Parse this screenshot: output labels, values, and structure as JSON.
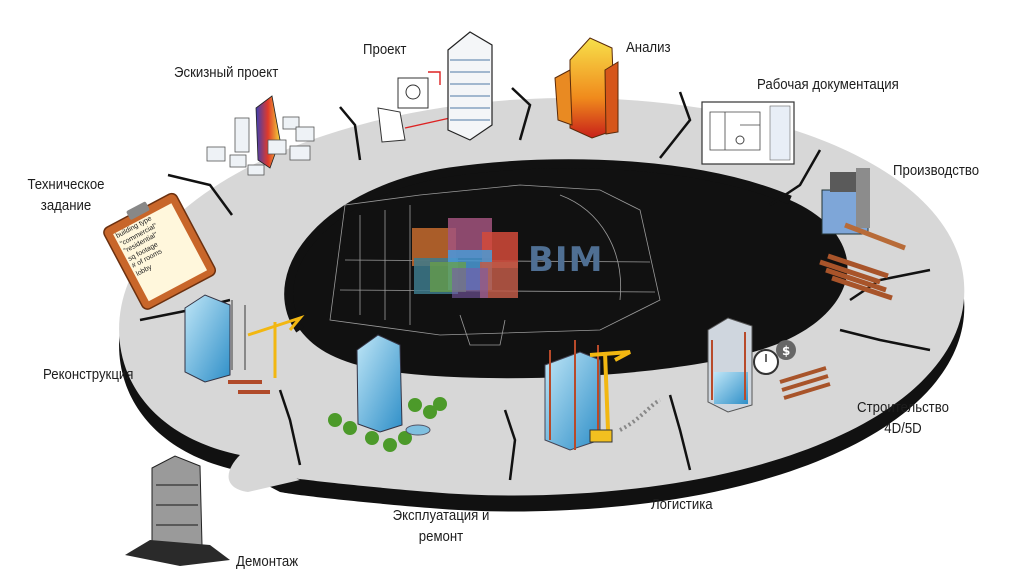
{
  "center": {
    "title": "BIM"
  },
  "stages": [
    {
      "id": "sketch",
      "label": "Эскизный проект"
    },
    {
      "id": "project",
      "label": "Проект"
    },
    {
      "id": "analysis",
      "label": "Анализ"
    },
    {
      "id": "working-docs",
      "label": "Рабочая документация"
    },
    {
      "id": "production",
      "label": "Производство"
    },
    {
      "id": "construction",
      "label": "Строительство 4D/5D"
    },
    {
      "id": "logistics",
      "label": "Логистика"
    },
    {
      "id": "operation",
      "label": "Эксплуатация и ремонт"
    },
    {
      "id": "demolition",
      "label": "Демонтаж"
    },
    {
      "id": "reconstruction",
      "label": "Реконструкция"
    },
    {
      "id": "terms",
      "label": "Техническое задание"
    }
  ],
  "clipboard_items": [
    "building type",
    "\"commercial\"",
    "\"residential\"",
    "sq footage",
    "# of rooms",
    "lobby"
  ],
  "colors": {
    "ring_top": "#d7d7d7",
    "ring_edge": "#111111",
    "bim_text": "#4f6f93"
  }
}
